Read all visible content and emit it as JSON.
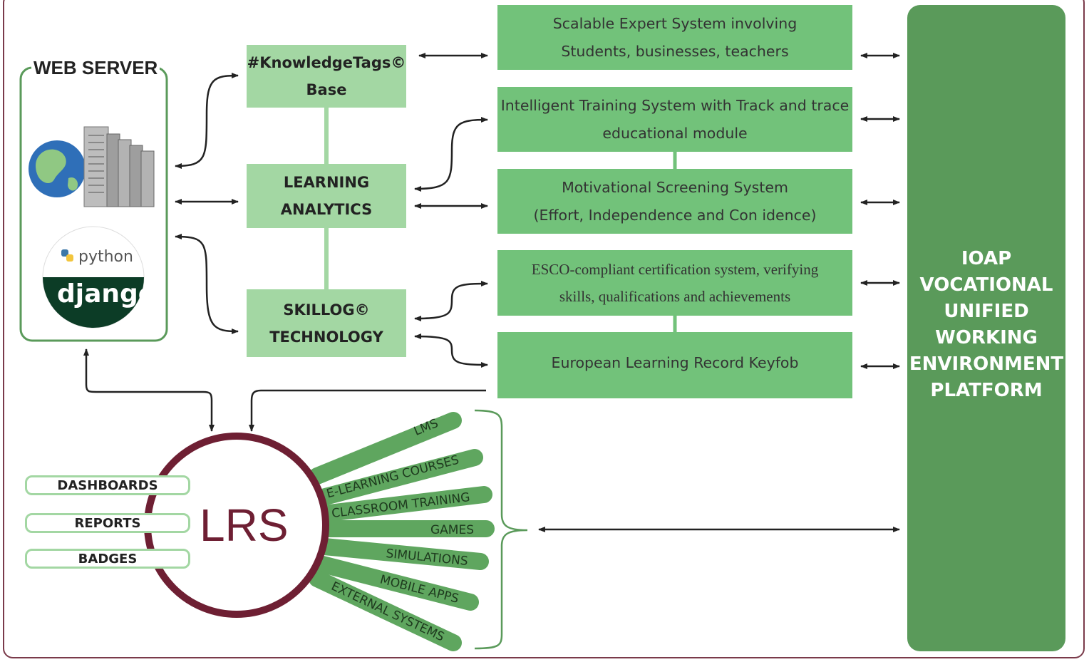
{
  "web_server": {
    "label": "WEB SERVER",
    "python_text": "python",
    "django_text": "django"
  },
  "left_boxes": {
    "knowledge_tags": [
      "#KnowledgeTags©",
      "Base"
    ],
    "learning_analytics": [
      "LEARNING",
      "ANALYTICS"
    ],
    "skillog": [
      "SKILLOG©",
      "TECHNOLOGY"
    ]
  },
  "right_boxes": {
    "expert_system": [
      "Scalable Expert System involving",
      "Students, businesses, teachers"
    ],
    "training_system": [
      "Intelligent Training System with Track and trace",
      "educational module"
    ],
    "motivational": [
      "Motivational Screening System",
      "(Effort, Independence and Con idence)"
    ],
    "esco": [
      "ESCO-compliant certification system, verifying",
      "skills, qualifications and achievements"
    ],
    "keyfob": [
      "European Learning Record Keyfob"
    ]
  },
  "platform": {
    "lines": [
      "IOAP",
      "VOCATIONAL",
      "UNIFIED",
      "WORKING",
      "ENVIRONMENT",
      "PLATFORM"
    ]
  },
  "lrs": {
    "label": "LRS",
    "outputs": [
      "DASHBOARDS",
      "REPORTS",
      "BADGES"
    ],
    "sources": [
      "LMS",
      "E-LEARNING COURSES",
      "CLASSROOM TRAINING",
      "GAMES",
      "SIMULATIONS",
      "MOBILE APPS",
      "EXTERNAL SYSTEMS"
    ]
  },
  "colors": {
    "light_green": "#a3d7a3",
    "mid_green": "#72c27a",
    "dark_green": "#5a9a5a",
    "ray_green": "#5fa65f",
    "lrs_maroon": "#6e1f33",
    "frame_maroon": "#7a3a4a"
  }
}
